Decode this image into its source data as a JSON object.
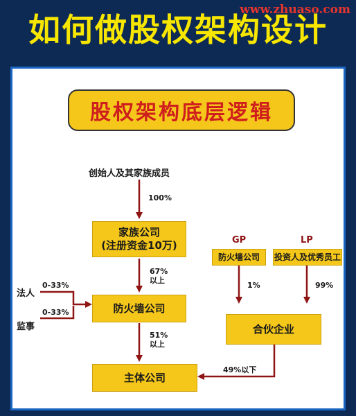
{
  "headline": "如何做股权架构设计",
  "watermark": "www.zhuaso.com",
  "diagram": {
    "title": "股权架构底层逻辑",
    "founder_label": "创始人及其家族成员",
    "pct_founder_family": "100%",
    "family_company": {
      "line1": "家族公司",
      "line2": "(注册资金10万)"
    },
    "pct_family_firewall": {
      "value": "67%",
      "note": "以上"
    },
    "legal_person": "法人",
    "legal_person_pct": "0-33%",
    "supervisor": "监事",
    "supervisor_pct": "0-33%",
    "firewall_company": "防火墙公司",
    "pct_firewall_main": {
      "value": "51%",
      "note": "以上"
    },
    "main_company": "主体公司",
    "gp_label": "GP",
    "lp_label": "LP",
    "gp_entity": "防火墙公司",
    "lp_entity": "投资人及优秀员工",
    "pct_gp": "1%",
    "pct_lp": "99%",
    "partnership": "合伙企业",
    "pct_partnership_main": "49%以下"
  }
}
